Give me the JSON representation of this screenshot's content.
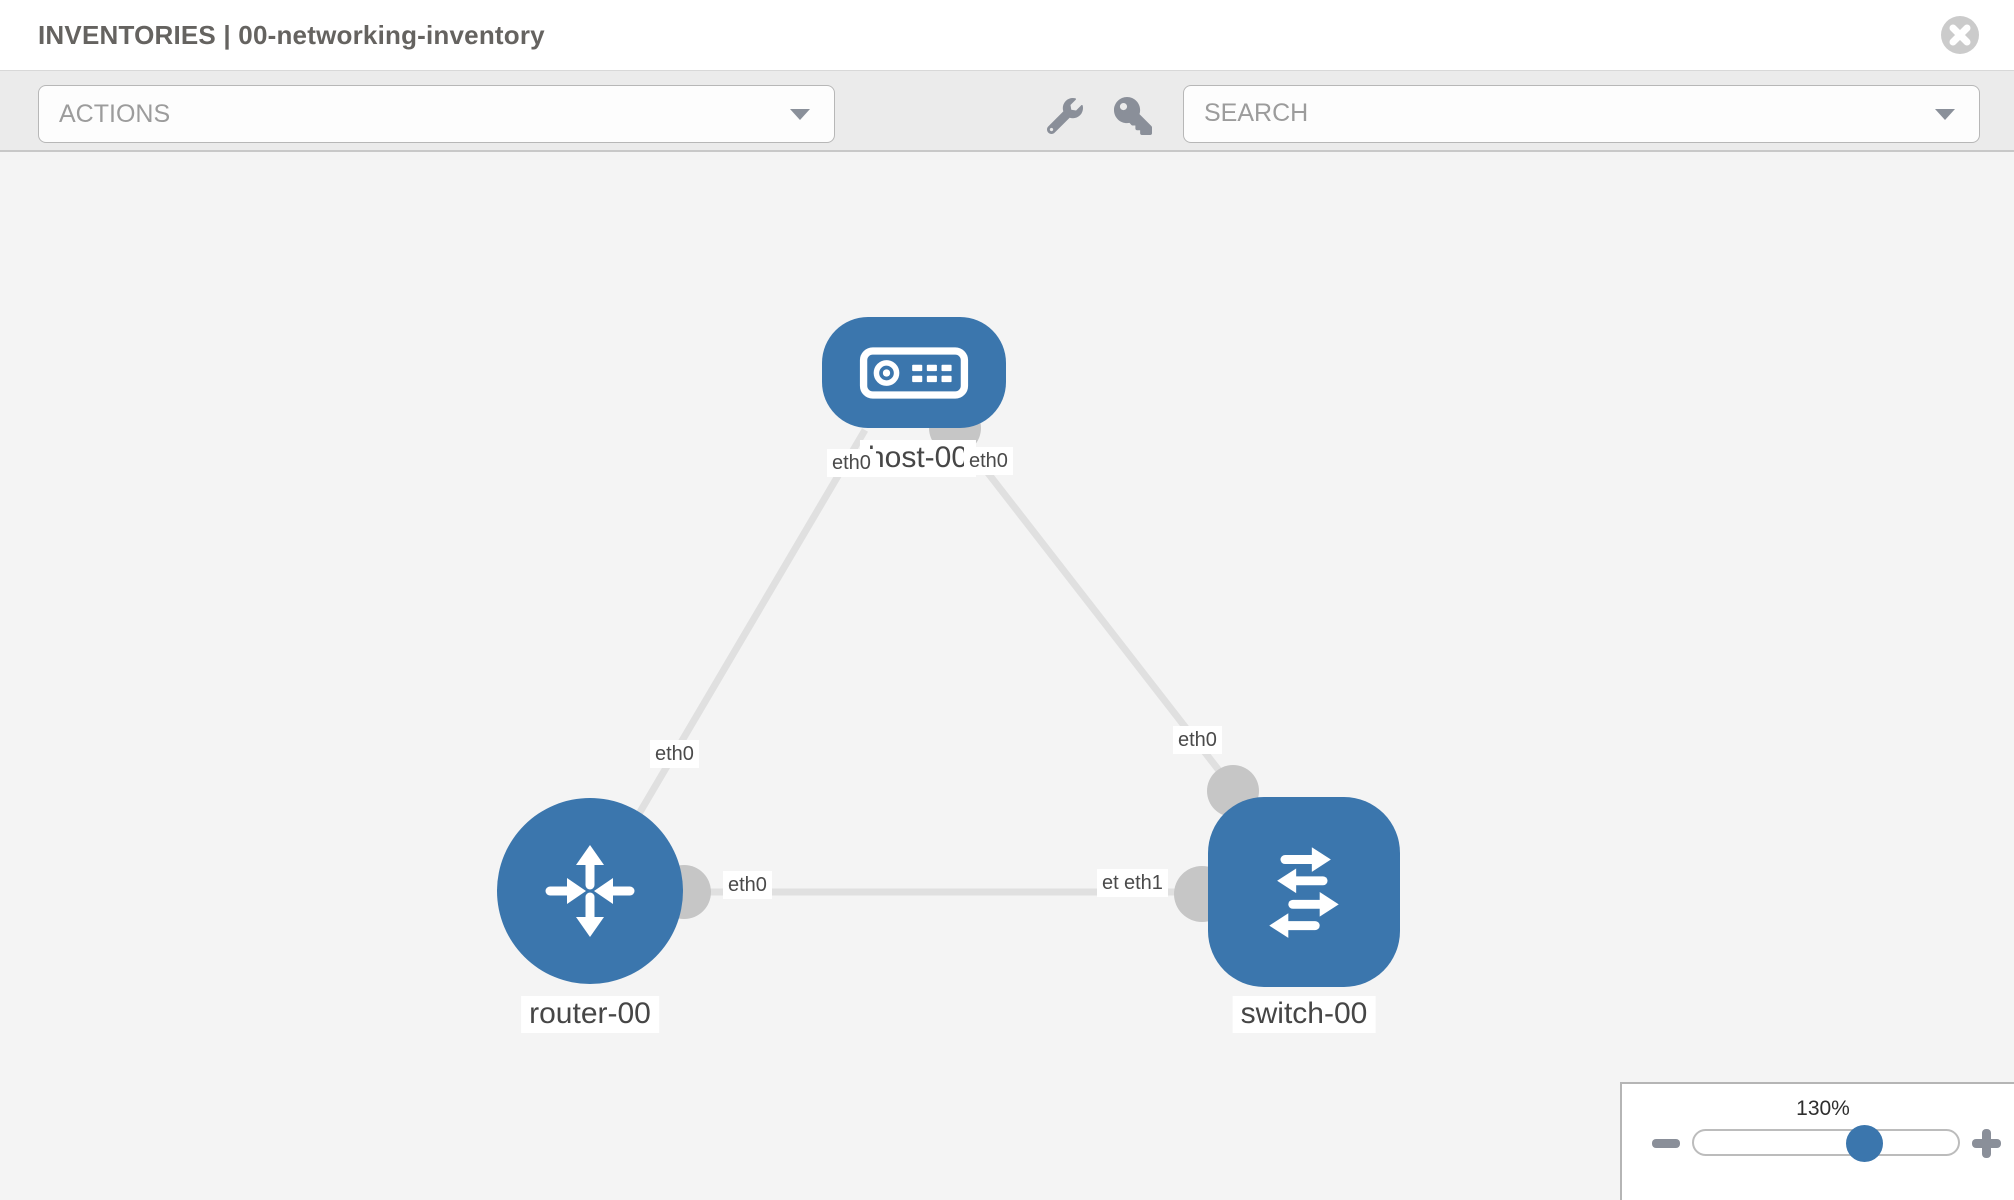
{
  "header": {
    "title": "INVENTORIES | 00-networking-inventory"
  },
  "toolbar": {
    "actions_label": "ACTIONS",
    "search_placeholder": "SEARCH",
    "icons": [
      "wrench-icon",
      "key-icon"
    ]
  },
  "topology": {
    "nodes": [
      {
        "label": "host-00",
        "type": "host"
      },
      {
        "label": "router-00",
        "type": "router"
      },
      {
        "label": "switch-00",
        "type": "switch"
      }
    ],
    "links": [
      {
        "from": "router-00",
        "to": "host-00",
        "from_interface": "eth0",
        "to_interface": "eth0"
      },
      {
        "from": "switch-00",
        "to": "host-00",
        "from_interface": "eth0",
        "to_interface": "eth0"
      },
      {
        "from": "router-00",
        "to": "switch-00",
        "from_interface": "eth0",
        "to_interface": "eth1"
      }
    ],
    "interface_labels": {
      "host_left": "eth0",
      "host_right": "eth0",
      "router_uplink": "eth0",
      "router_right": "eth0",
      "switch_left_back": "eth0",
      "switch_left_front": "eth1",
      "switch_top": "eth0"
    }
  },
  "zoom_control": {
    "value": "130%"
  },
  "colors": {
    "node_blue": "#3b76ad",
    "link_gray": "#e0e0e0",
    "connector_gray": "#c6c6c6",
    "toolbar_bg": "#ebebeb",
    "canvas_bg": "#f4f4f4",
    "icon_gray": "#8a8f99",
    "label_text": "#464646"
  }
}
